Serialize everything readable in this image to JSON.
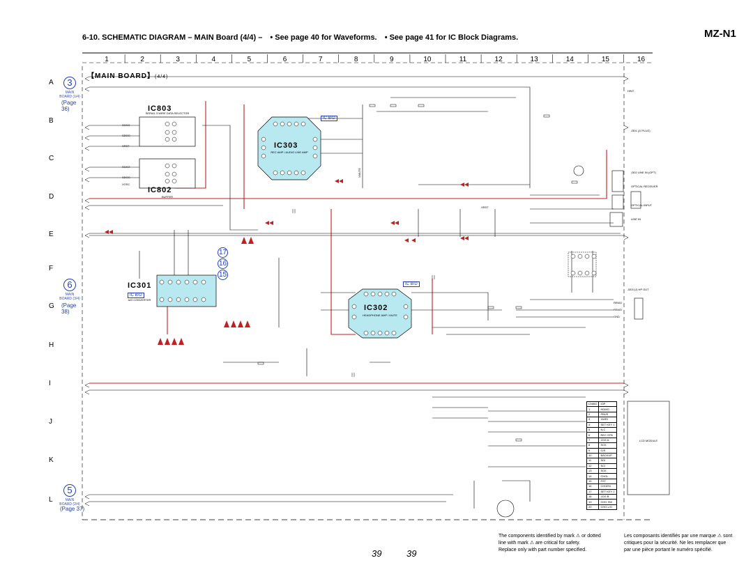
{
  "model": "MZ-N1",
  "heading": {
    "title": "6-10.  SCHEMATIC  DIAGRAM  – MAIN Board (4/4) –",
    "waveforms": "• See page 40 for Waveforms.",
    "block": "• See page 41 for IC Block Diagrams."
  },
  "board_title": "MAIN BOARD",
  "board_sub": "(4/4)",
  "columns": [
    "1",
    "2",
    "3",
    "4",
    "5",
    "6",
    "7",
    "8",
    "9",
    "10",
    "11",
    "12",
    "13",
    "14",
    "15",
    "16"
  ],
  "rows": [
    "A",
    "B",
    "C",
    "D",
    "E",
    "F",
    "G",
    "H",
    "I",
    "J",
    "K",
    "L"
  ],
  "connectors": {
    "c3": {
      "num": "3",
      "text": "MAIN BOARD (1/4)",
      "page": "(Page 36)"
    },
    "c6": {
      "num": "6",
      "text": "MAIN BOARD (3/4)",
      "page": "(Page 38)"
    },
    "c5": {
      "num": "5",
      "text": "MAIN BOARD (2/4)",
      "page": "(Page 37)"
    }
  },
  "ics": {
    "ic803": {
      "name": "IC803",
      "desc": "SERIAL 3 WIRE DATA SELECTOR"
    },
    "ic802": {
      "name": "IC802",
      "desc": "BUFFER"
    },
    "ic303": {
      "name": "IC303",
      "desc": "REC AMP / AUDIO LINE AMP"
    },
    "ic301": {
      "name": "IC301",
      "desc": "A/D CONVERTER"
    },
    "ic302": {
      "name": "IC302",
      "desc": "HEADPHONE AMP / MUTE"
    }
  },
  "ibd_tag": "IC B/D",
  "circled": [
    "17",
    "16",
    "15"
  ],
  "signals": {
    "left": [
      "SCKO",
      "SDOO",
      "XRST",
      "SCKO",
      "SDOO",
      "XOSC"
    ],
    "right_top": "HINT",
    "right_mid": [
      "LINE IN",
      "OPTICAL RECEIVER"
    ],
    "right_lower": [
      "OPTICAL INPUT",
      "LINE IN"
    ],
    "jacks": [
      "J302 LINE IN (OPT)",
      "J301 (J/ PLUG)"
    ],
    "headphone": "J303 (J) HP OUT",
    "remote": [
      "REMO",
      "REMO",
      "GND"
    ],
    "xmute": "XMUTE",
    "xrst": "XRST"
  },
  "pin_table": {
    "header": [
      "CN802",
      "IOP"
    ],
    "rows": [
      [
        "1",
        "HDMO"
      ],
      [
        "2",
        "PBUS"
      ],
      [
        "3",
        "XWRI"
      ],
      [
        "4",
        "SET KEY 1"
      ],
      [
        "5",
        "N.C"
      ],
      [
        "6",
        "REC STB"
      ],
      [
        "7",
        "JOG A"
      ],
      [
        "8",
        "SCK"
      ],
      [
        "9",
        "G/S"
      ],
      [
        "10",
        "BACKUP"
      ],
      [
        "11",
        "SDI"
      ],
      [
        "12",
        "SCI"
      ],
      [
        "13",
        "SCK"
      ],
      [
        "14",
        "CHGL"
      ],
      [
        "15",
        "FST"
      ],
      [
        "16",
        "CHGEN"
      ],
      [
        "17",
        "SET KEY 2"
      ],
      [
        "18",
        "JOG B"
      ],
      [
        "19",
        "CHG SW"
      ],
      [
        "20",
        "CHG L/O"
      ]
    ]
  },
  "lcd_label": "LCD MODULE",
  "notes": {
    "en": [
      "The components identified by mark  ⚠  or dotted",
      "line with mark ⚠ are critical for safety.",
      "Replace only with part number specified."
    ],
    "fr": [
      "Les composants identifiés par une marque ⚠ sont",
      "critiques pour la sécurité.  Ne les remplacer que",
      "par une pièce portant le numéro spécifié."
    ]
  },
  "page_numbers": [
    "39",
    "39"
  ],
  "colors": {
    "wire": "#000000",
    "highlight": "#c02020",
    "ic_fill": "#b8e8f0",
    "accent": "#2040b0"
  }
}
